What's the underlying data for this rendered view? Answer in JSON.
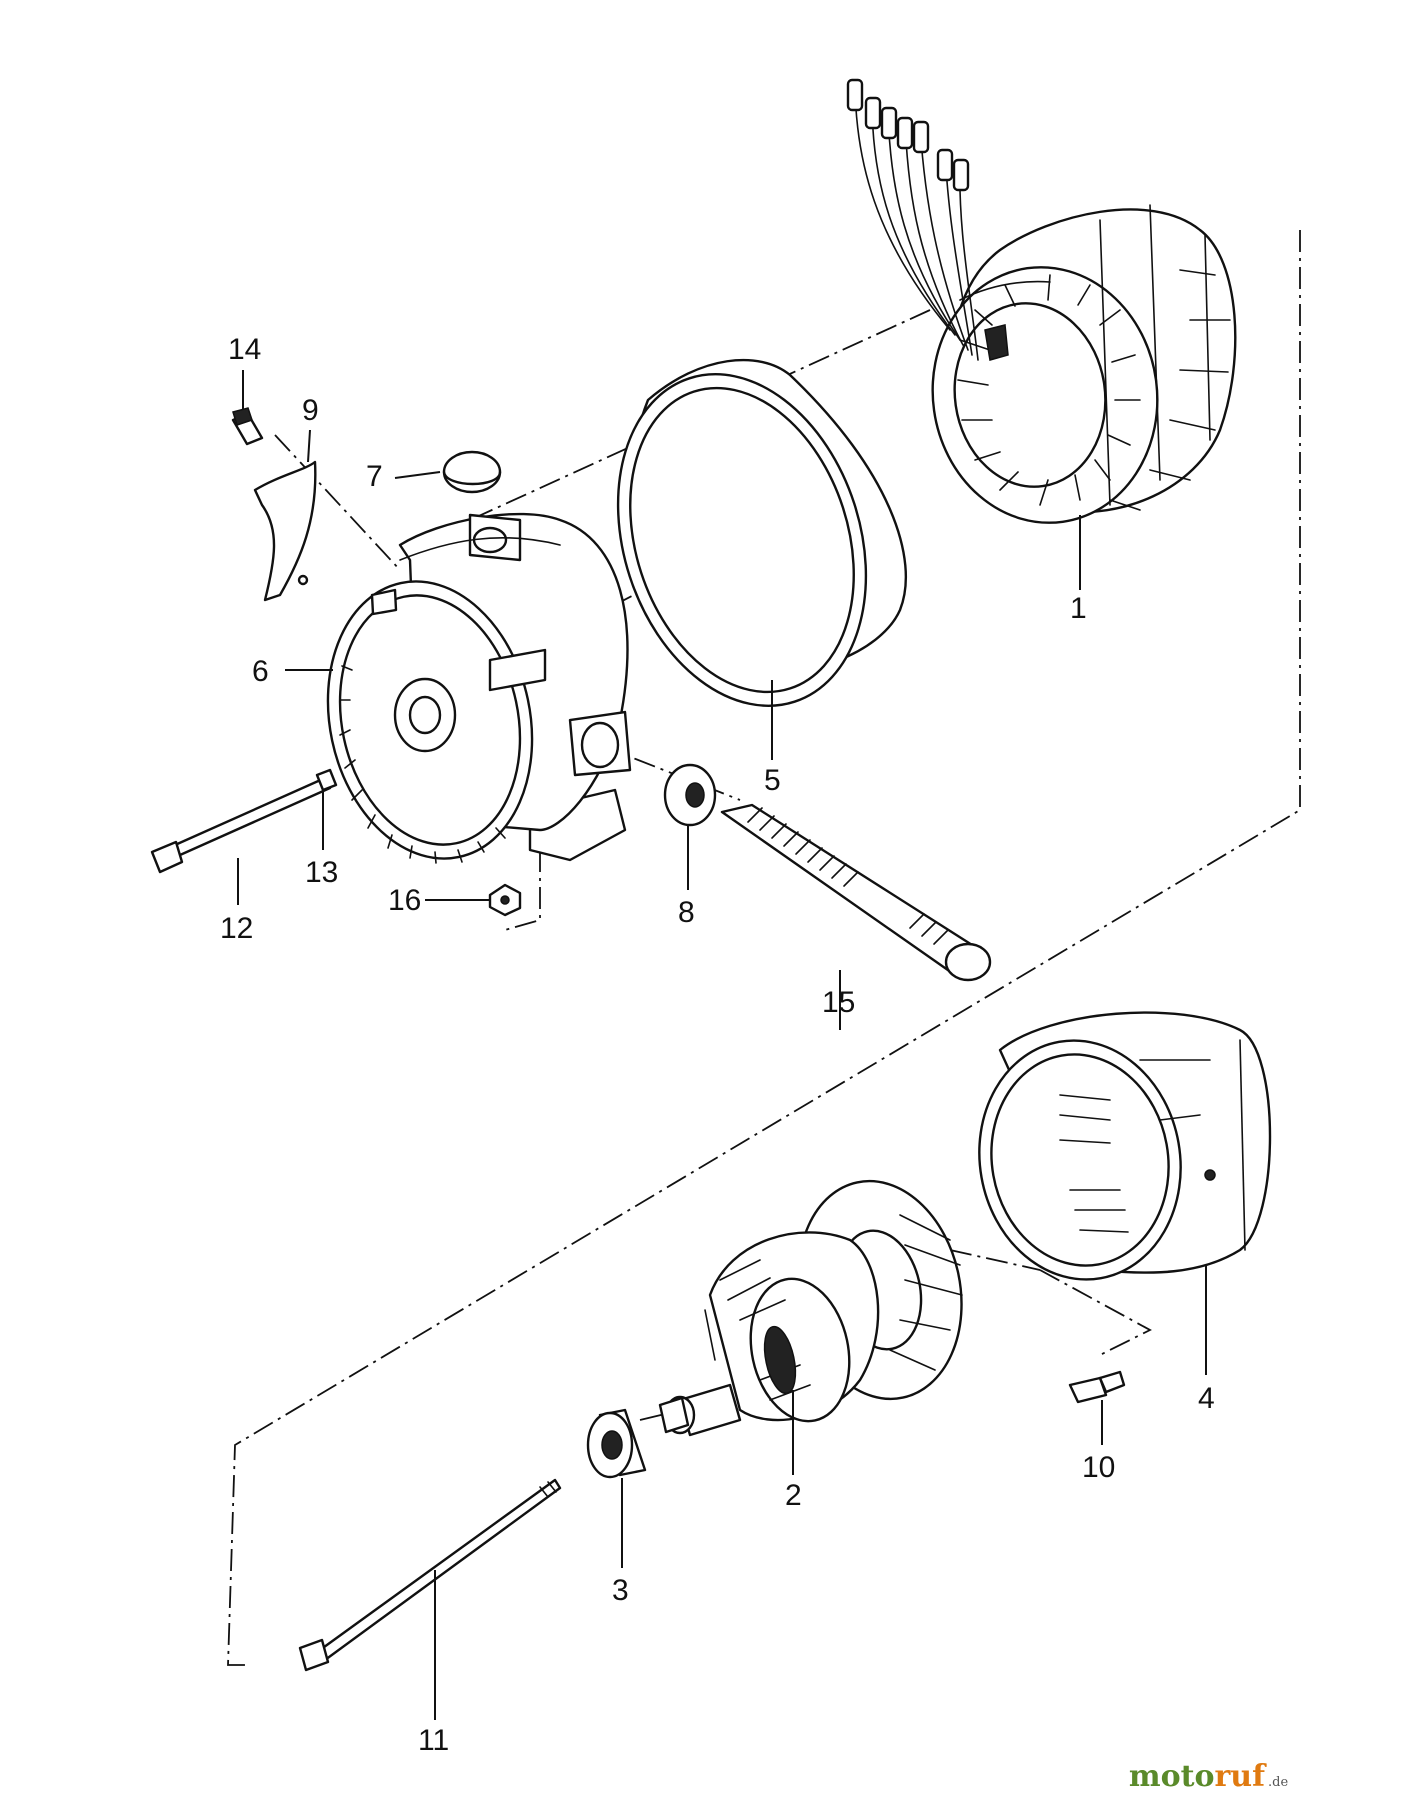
{
  "diagram": {
    "callouts": {
      "c1": "1",
      "c2": "2",
      "c3": "3",
      "c4": "4",
      "c5": "5",
      "c6": "6",
      "c7": "7",
      "c8": "8",
      "c9": "9",
      "c10": "10",
      "c11": "11",
      "c12": "12",
      "c13": "13",
      "c14": "14",
      "c15": "15",
      "c16": "16"
    }
  },
  "watermark": {
    "brand_a": "moto",
    "brand_b": "ruf",
    "suffix": ".de"
  }
}
